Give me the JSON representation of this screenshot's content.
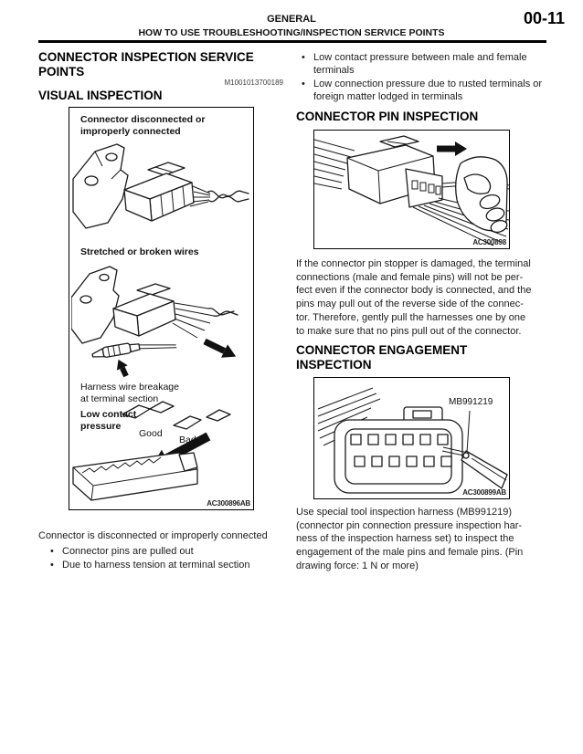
{
  "page": {
    "header": {
      "section": "GENERAL",
      "title": "HOW TO USE TROUBLESHOOTING/INSPECTION SERVICE POINTS",
      "page_number": "00-11"
    },
    "left_column": {
      "heading_lines": [
        "CONNECTOR INSPECTION SERVICE",
        "POINTS"
      ],
      "reference_code": "M1001013700189",
      "subheading": "VISUAL INSPECTION",
      "figure": {
        "labels": {
          "disconnected_lines": [
            "Connector disconnected or",
            "improperly connected"
          ],
          "stretched": "Stretched or broken wires",
          "breakage_lines": [
            "Harness wire breakage",
            "at terminal section"
          ],
          "low_contact_lines": [
            "Low contact",
            "pressure"
          ],
          "good": "Good",
          "bad": "Bad"
        },
        "code": "AC300896AB"
      },
      "caption": "Connector is disconnected or improperly connected",
      "bullets": [
        "Connector pins are pulled out",
        "Due to harness tension at terminal section"
      ]
    },
    "right_column": {
      "bullets": [
        "Low contact pressure between male and female terminals",
        "Low connection pressure due to rusted terminals or foreign matter lodged in terminals"
      ],
      "pin_inspection": {
        "heading": "CONNECTOR PIN INSPECTION",
        "figure_code": "AC300898",
        "body_lines": [
          "If the connector pin stopper is damaged, the terminal",
          "connections (male and female pins) will not be per-",
          "fect even if the connector body is connected, and the",
          "pins may pull out of the reverse side of the connec-",
          "tor. Therefore, gently pull the harnesses one by one",
          "to make sure that no pins pull out of the connector."
        ]
      },
      "engagement_inspection": {
        "heading_lines": [
          "CONNECTOR ENGAGEMENT",
          "INSPECTION"
        ],
        "tool_label": "MB991219",
        "figure_code": "AC300899AB",
        "body_lines": [
          "Use special tool inspection harness (MB991219)",
          "(connector pin connection pressure inspection har-",
          "ness of the inspection harness set) to inspect the",
          "engagement of the male pins and female pins. (Pin",
          "drawing force: 1 N or more)"
        ]
      }
    }
  }
}
